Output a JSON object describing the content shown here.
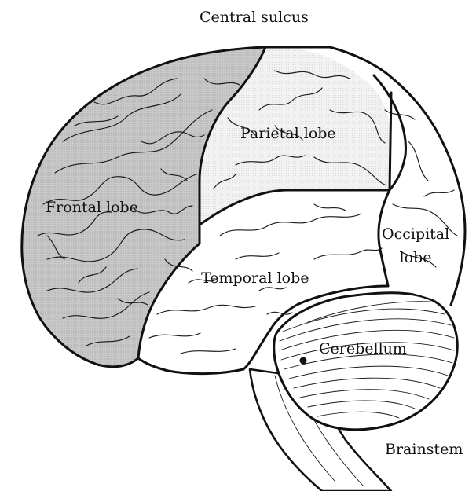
{
  "labels": {
    "central_sulcus": "Central sulcus",
    "parietal": "Parietal lobe",
    "frontal": "Frontal lobe",
    "occipital_line1": "Occipital",
    "occipital_line2": "lobe",
    "temporal": "Temporal lobe",
    "cerebellum": "Cerebellum",
    "brainstem": "Brainstem"
  },
  "colors": {
    "frontal_fill": "#c2c2c2",
    "parietal_fill": "#ececec",
    "other_fill": "#ffffff",
    "line": "#111111"
  }
}
